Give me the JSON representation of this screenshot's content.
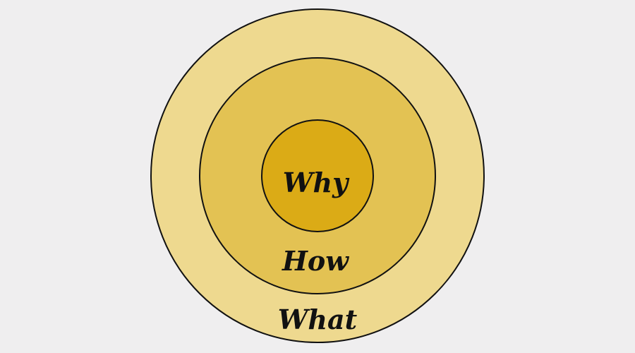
{
  "diagram": {
    "rings": [
      {
        "id": "what",
        "label": "What",
        "color": "#eed98f"
      },
      {
        "id": "how",
        "label": "How",
        "color": "#e3c253"
      },
      {
        "id": "why",
        "label": "Why",
        "color": "#dbab16"
      }
    ],
    "outline_color": "#111111",
    "background_color": "#efeeef"
  }
}
